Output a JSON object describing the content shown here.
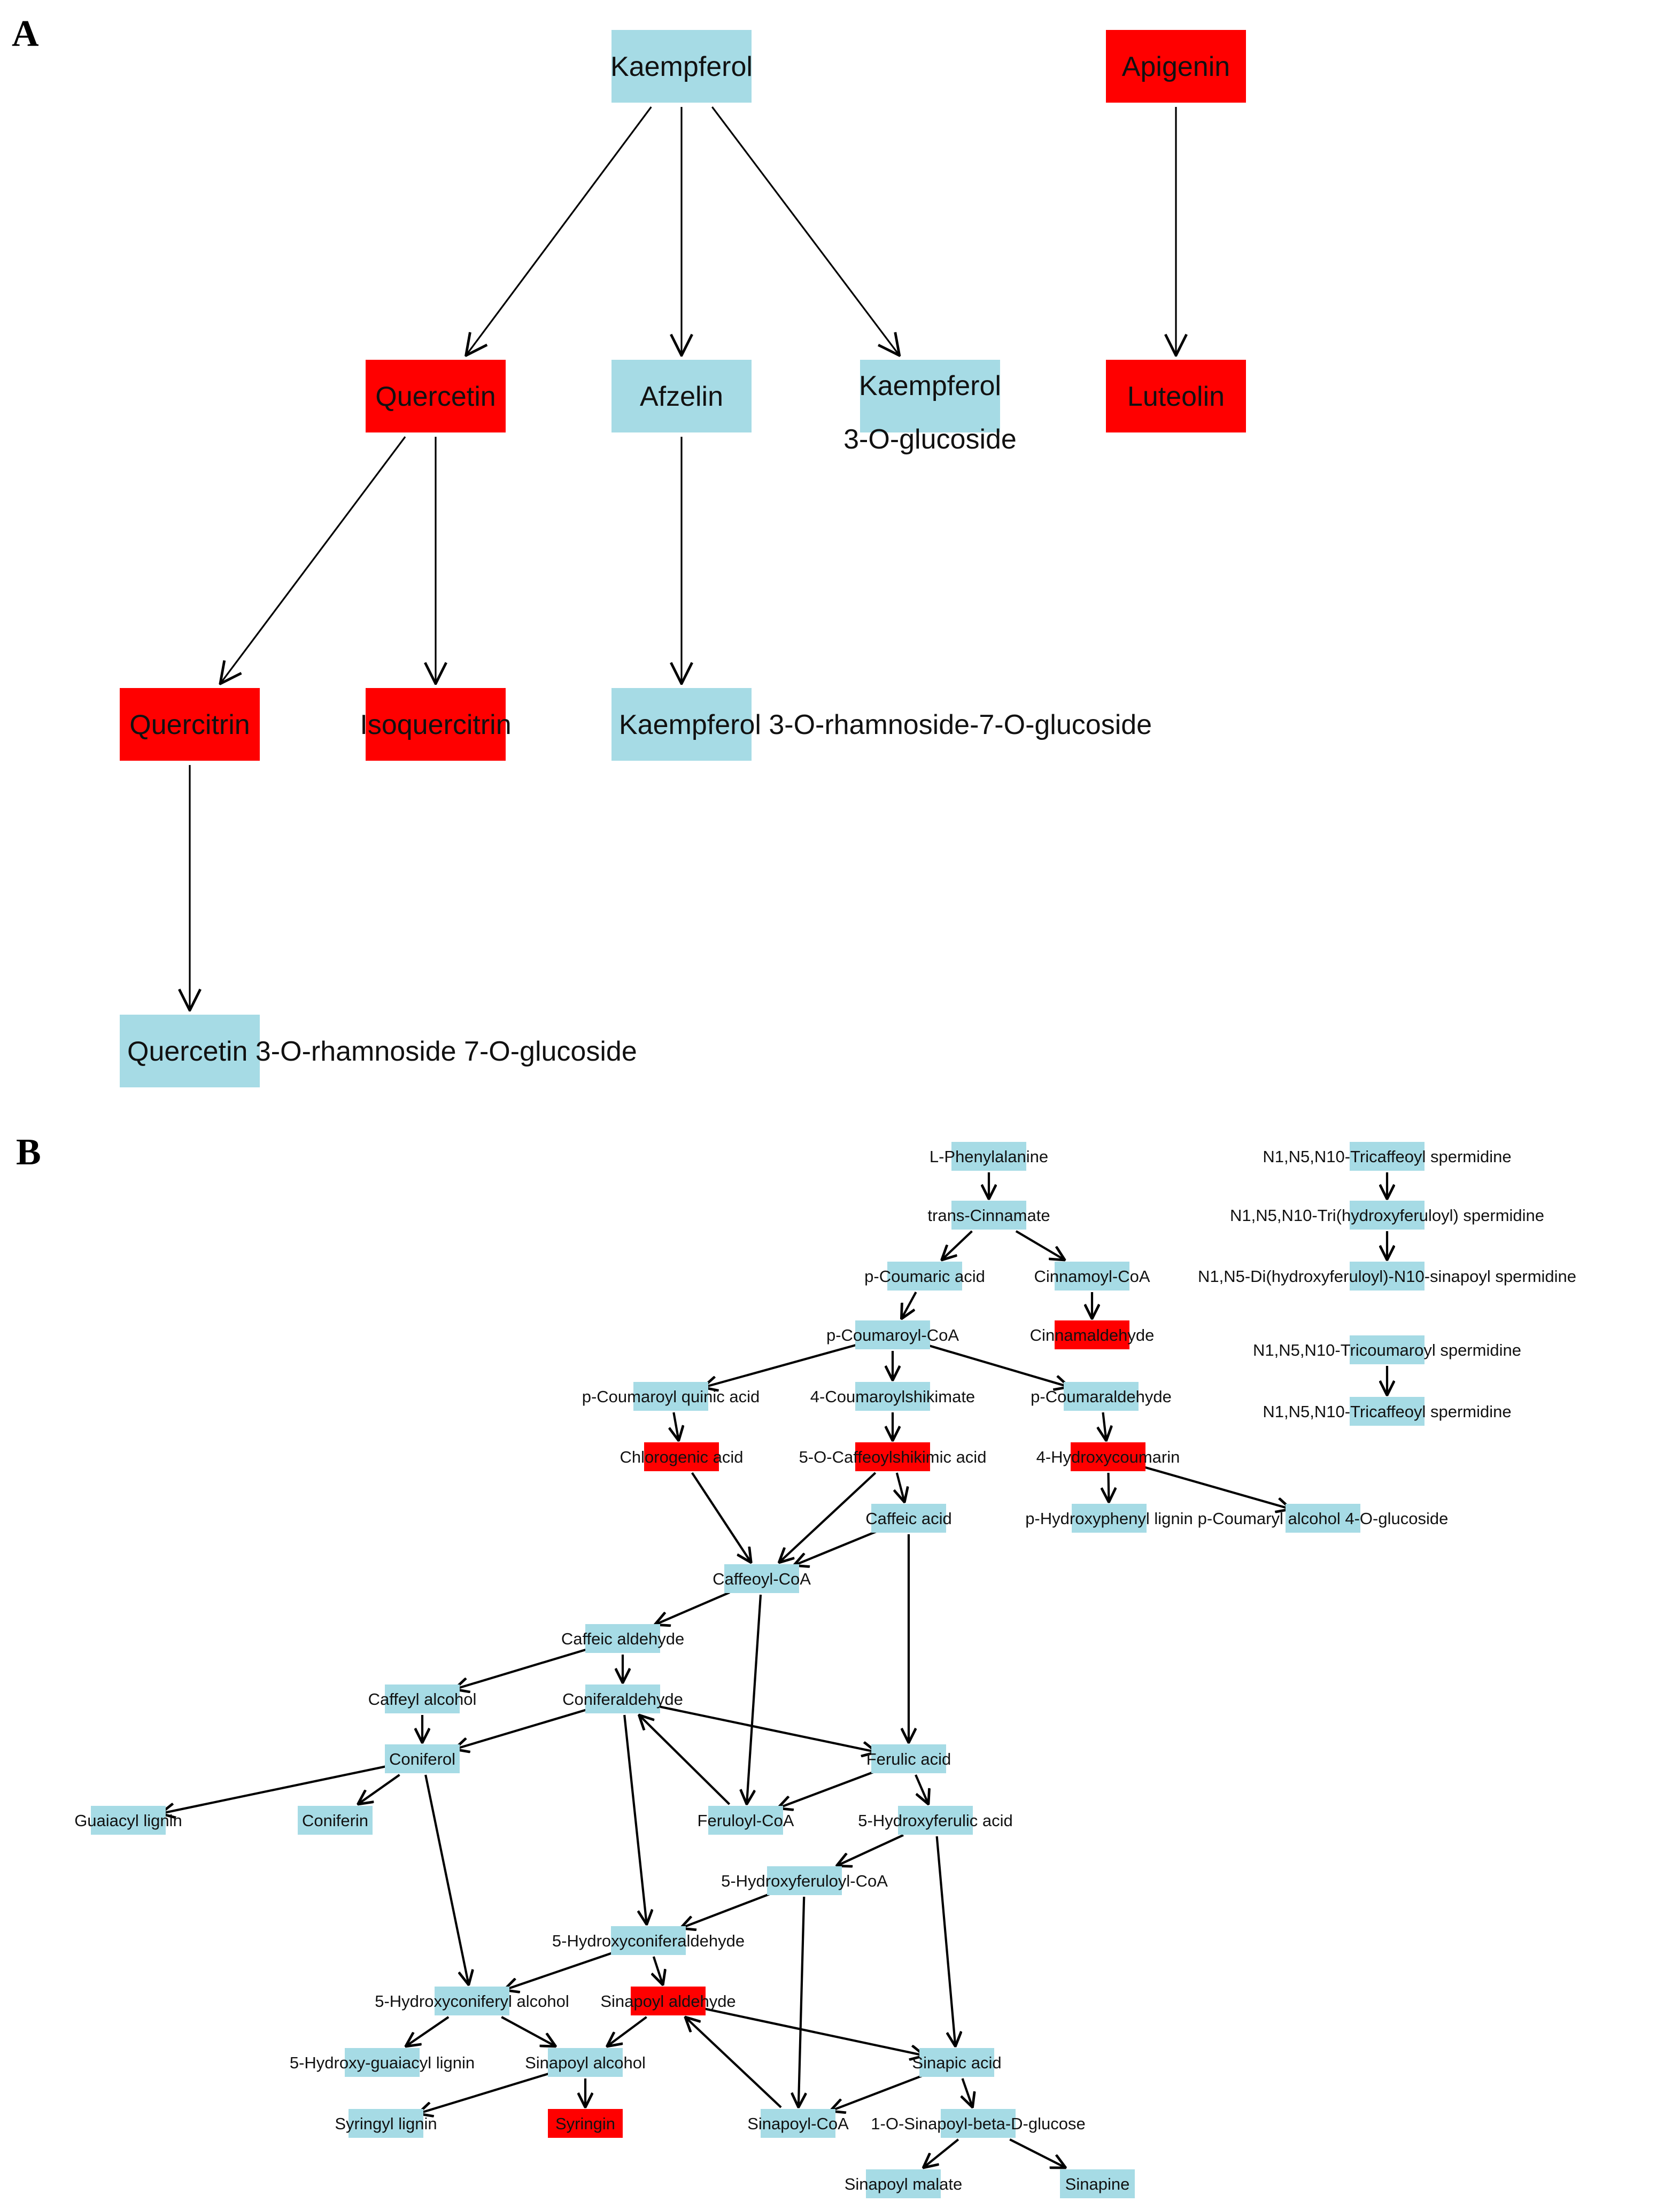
{
  "colors": {
    "blue": "#a6dbe5",
    "red": "#ff0000",
    "edge": "#000000",
    "text": "#111111"
  },
  "panels": {
    "A": {
      "label": "A"
    },
    "B": {
      "label": "B"
    }
  },
  "nodesA": [
    {
      "id": "a_kaempferol",
      "label": "Kaempferol",
      "color": "blue"
    },
    {
      "id": "a_apigenin",
      "label": "Apigenin",
      "color": "red"
    },
    {
      "id": "a_quercetin",
      "label": "Quercetin",
      "color": "red"
    },
    {
      "id": "a_afzelin",
      "label": "Afzelin",
      "color": "blue"
    },
    {
      "id": "a_k3og",
      "label": [
        "Kaempferol",
        "3-O-glucoside"
      ],
      "color": "blue"
    },
    {
      "id": "a_luteolin",
      "label": "Luteolin",
      "color": "red"
    },
    {
      "id": "a_quercitrin",
      "label": "Quercitrin",
      "color": "red"
    },
    {
      "id": "a_isoquercitrin",
      "label": "Isoquercitrin",
      "color": "red"
    },
    {
      "id": "a_k3or7og",
      "label": "Kaempferol 3-O-rhamnoside-7-O-glucoside",
      "color": "blue"
    },
    {
      "id": "a_q3or7og",
      "label": "Quercetin 3-O-rhamnoside 7-O-glucoside",
      "color": "blue"
    }
  ],
  "edgesA": [
    [
      "a_kaempferol",
      "a_quercetin"
    ],
    [
      "a_kaempferol",
      "a_afzelin"
    ],
    [
      "a_kaempferol",
      "a_k3og"
    ],
    [
      "a_apigenin",
      "a_luteolin"
    ],
    [
      "a_quercetin",
      "a_quercitrin"
    ],
    [
      "a_quercetin",
      "a_isoquercitrin"
    ],
    [
      "a_afzelin",
      "a_k3or7og"
    ],
    [
      "a_quercitrin",
      "a_q3or7og"
    ]
  ],
  "nodesB": [
    {
      "id": "b_lphe",
      "label": "L-Phenylalanine",
      "color": "blue"
    },
    {
      "id": "b_tcin",
      "label": "trans-Cinnamate",
      "color": "blue"
    },
    {
      "id": "b_pcoum",
      "label": "p-Coumaric acid",
      "color": "blue"
    },
    {
      "id": "b_cincoa",
      "label": "Cinnamoyl-CoA",
      "color": "blue"
    },
    {
      "id": "b_pcoumcoa",
      "label": "p-Coumaroyl-CoA",
      "color": "blue"
    },
    {
      "id": "b_cinald",
      "label": "Cinnamaldehyde",
      "color": "red"
    },
    {
      "id": "b_pcqa",
      "label": "p-Coumaroyl quinic acid",
      "color": "blue"
    },
    {
      "id": "b_4cs",
      "label": "4-Coumaroylshikimate",
      "color": "blue"
    },
    {
      "id": "b_pcald",
      "label": "p-Coumaraldehyde",
      "color": "blue"
    },
    {
      "id": "b_chlor",
      "label": "Chlorogenic acid",
      "color": "red"
    },
    {
      "id": "b_5ocs",
      "label": "5-O-Caffeoylshikimic acid",
      "color": "red"
    },
    {
      "id": "b_4hc",
      "label": "4-Hydroxycoumarin",
      "color": "red"
    },
    {
      "id": "b_caff",
      "label": "Caffeic acid",
      "color": "blue"
    },
    {
      "id": "b_phl",
      "label": "p-Hydroxyphenyl lignin",
      "color": "blue"
    },
    {
      "id": "b_pca4g",
      "label": "p-Coumaryl alcohol 4-O-glucoside",
      "color": "blue"
    },
    {
      "id": "b_caffcoa",
      "label": "Caffeoyl-CoA",
      "color": "blue"
    },
    {
      "id": "b_caffald",
      "label": "Caffeic aldehyde",
      "color": "blue"
    },
    {
      "id": "b_caffalc",
      "label": "Caffeyl alcohol",
      "color": "blue"
    },
    {
      "id": "b_conald",
      "label": "Coniferaldehyde",
      "color": "blue"
    },
    {
      "id": "b_conol",
      "label": "Coniferol",
      "color": "blue"
    },
    {
      "id": "b_ferul",
      "label": "Ferulic acid",
      "color": "blue"
    },
    {
      "id": "b_guai",
      "label": "Guaiacyl lignin",
      "color": "blue"
    },
    {
      "id": "b_conif",
      "label": "Coniferin",
      "color": "blue"
    },
    {
      "id": "b_ferucoa",
      "label": "Feruloyl-CoA",
      "color": "blue"
    },
    {
      "id": "b_5hfa",
      "label": "5-Hydroxyferulic acid",
      "color": "blue"
    },
    {
      "id": "b_5hfcoa",
      "label": "5-Hydroxyferuloyl-CoA",
      "color": "blue"
    },
    {
      "id": "b_5hcald",
      "label": "5-Hydroxyconiferaldehyde",
      "color": "blue"
    },
    {
      "id": "b_5hcalc",
      "label": "5-Hydroxyconiferyl alcohol",
      "color": "blue"
    },
    {
      "id": "b_sinald",
      "label": "Sinapoyl aldehyde",
      "color": "red"
    },
    {
      "id": "b_5hgl",
      "label": "5-Hydroxy-guaiacyl lignin",
      "color": "blue"
    },
    {
      "id": "b_sinalc",
      "label": "Sinapoyl alcohol",
      "color": "blue"
    },
    {
      "id": "b_sinac",
      "label": "Sinapic acid",
      "color": "blue"
    },
    {
      "id": "b_syrl",
      "label": "Syringyl lignin",
      "color": "blue"
    },
    {
      "id": "b_syrin",
      "label": "Syringin",
      "color": "red"
    },
    {
      "id": "b_sincoa",
      "label": "Sinapoyl-CoA",
      "color": "blue"
    },
    {
      "id": "b_1osbg",
      "label": "1-O-Sinapoyl-beta-D-glucose",
      "color": "blue"
    },
    {
      "id": "b_sinmal",
      "label": "Sinapoyl malate",
      "color": "blue"
    },
    {
      "id": "b_sinapine",
      "label": "Sinapine",
      "color": "blue"
    },
    {
      "id": "b_tricaff1",
      "label": "N1,N5,N10-Tricaffeoyl spermidine",
      "color": "blue"
    },
    {
      "id": "b_trihf",
      "label": "N1,N5,N10-Tri(hydroxyferuloyl) spermidine",
      "color": "blue"
    },
    {
      "id": "b_dihf",
      "label": "N1,N5-Di(hydroxyferuloyl)-N10-sinapoyl spermidine",
      "color": "blue"
    },
    {
      "id": "b_tricoum",
      "label": "N1,N5,N10-Tricoumaroyl spermidine",
      "color": "blue"
    },
    {
      "id": "b_tricaff2",
      "label": "N1,N5,N10-Tricaffeoyl spermidine",
      "color": "blue"
    }
  ],
  "edgesB": [
    [
      "b_lphe",
      "b_tcin"
    ],
    [
      "b_tcin",
      "b_pcoum"
    ],
    [
      "b_tcin",
      "b_cincoa"
    ],
    [
      "b_pcoum",
      "b_pcoumcoa"
    ],
    [
      "b_cincoa",
      "b_cinald"
    ],
    [
      "b_pcoumcoa",
      "b_pcqa"
    ],
    [
      "b_pcoumcoa",
      "b_4cs"
    ],
    [
      "b_pcoumcoa",
      "b_pcald"
    ],
    [
      "b_pcqa",
      "b_chlor"
    ],
    [
      "b_4cs",
      "b_5ocs"
    ],
    [
      "b_pcald",
      "b_4hc"
    ],
    [
      "b_4hc",
      "b_phl"
    ],
    [
      "b_4hc",
      "b_pca4g"
    ],
    [
      "b_5ocs",
      "b_caff"
    ],
    [
      "b_chlor",
      "b_caffcoa"
    ],
    [
      "b_5ocs",
      "b_caffcoa"
    ],
    [
      "b_caff",
      "b_caffcoa"
    ],
    [
      "b_caffcoa",
      "b_caffald"
    ],
    [
      "b_caffald",
      "b_caffalc"
    ],
    [
      "b_caffald",
      "b_conald"
    ],
    [
      "b_caffalc",
      "b_conol"
    ],
    [
      "b_conald",
      "b_conol"
    ],
    [
      "b_conald",
      "b_ferul"
    ],
    [
      "b_caff",
      "b_ferul"
    ],
    [
      "b_caffcoa",
      "b_ferucoa"
    ],
    [
      "b_ferucoa",
      "b_conald"
    ],
    [
      "b_ferul",
      "b_ferucoa"
    ],
    [
      "b_conol",
      "b_guai"
    ],
    [
      "b_conol",
      "b_conif"
    ],
    [
      "b_ferul",
      "b_5hfa"
    ],
    [
      "b_5hfa",
      "b_5hfcoa"
    ],
    [
      "b_conald",
      "b_5hcald"
    ],
    [
      "b_5hfcoa",
      "b_5hcald"
    ],
    [
      "b_5hcald",
      "b_5hcalc"
    ],
    [
      "b_5hcald",
      "b_sinald"
    ],
    [
      "b_conol",
      "b_5hcalc"
    ],
    [
      "b_5hcalc",
      "b_5hgl"
    ],
    [
      "b_5hcalc",
      "b_sinalc"
    ],
    [
      "b_sinald",
      "b_sinalc"
    ],
    [
      "b_sinald",
      "b_sinac"
    ],
    [
      "b_5hfa",
      "b_sinac"
    ],
    [
      "b_5hfcoa",
      "b_sincoa"
    ],
    [
      "b_sincoa",
      "b_sinald"
    ],
    [
      "b_sinac",
      "b_sincoa"
    ],
    [
      "b_sinac",
      "b_1osbg"
    ],
    [
      "b_sinalc",
      "b_syrl"
    ],
    [
      "b_sinalc",
      "b_syrin"
    ],
    [
      "b_1osbg",
      "b_sinmal"
    ],
    [
      "b_1osbg",
      "b_sinapine"
    ],
    [
      "b_tricaff1",
      "b_trihf"
    ],
    [
      "b_trihf",
      "b_dihf"
    ],
    [
      "b_tricoum",
      "b_tricaff2"
    ]
  ]
}
